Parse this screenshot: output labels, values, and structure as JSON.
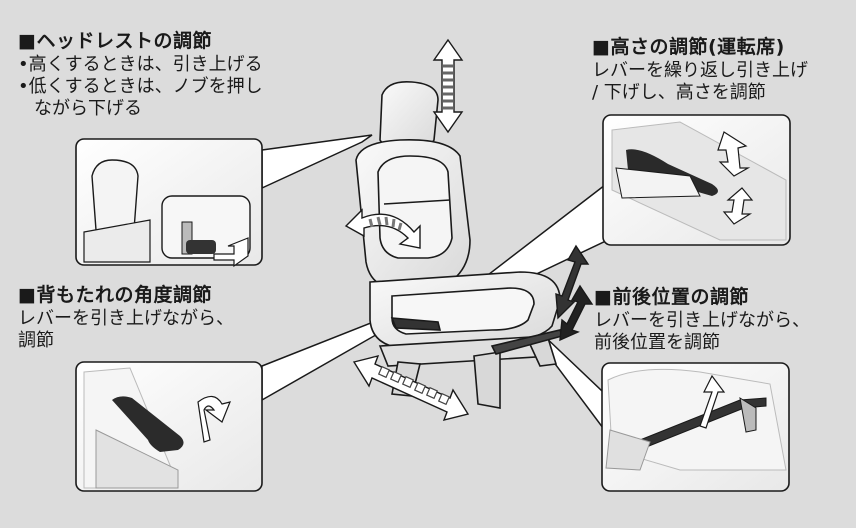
{
  "headrest": {
    "title": "■ヘッドレストの調節",
    "bullet1": "•高くするときは、引き上げる",
    "bullet2": "•低くするときは、ノブを押し",
    "bullet2_cont": "ながら下げる"
  },
  "height": {
    "title": "■高さの調節(運転席)",
    "line1": "レバーを繰り返し引き上げ",
    "line2": "/ 下げし、高さを調節"
  },
  "recline": {
    "title": "■背もたれの角度調節",
    "line1": "レバーを引き上げながら、",
    "line2": "調節"
  },
  "slide": {
    "title": "■前後位置の調節",
    "line1": "レバーを引き上げながら、",
    "line2": "前後位置を調節"
  },
  "colors": {
    "background": "#dcdcdc",
    "panel": "#ffffff",
    "outline": "#1a1a1a",
    "arrow_fill": "#555555",
    "seat_fill": "#f2f2f2"
  }
}
